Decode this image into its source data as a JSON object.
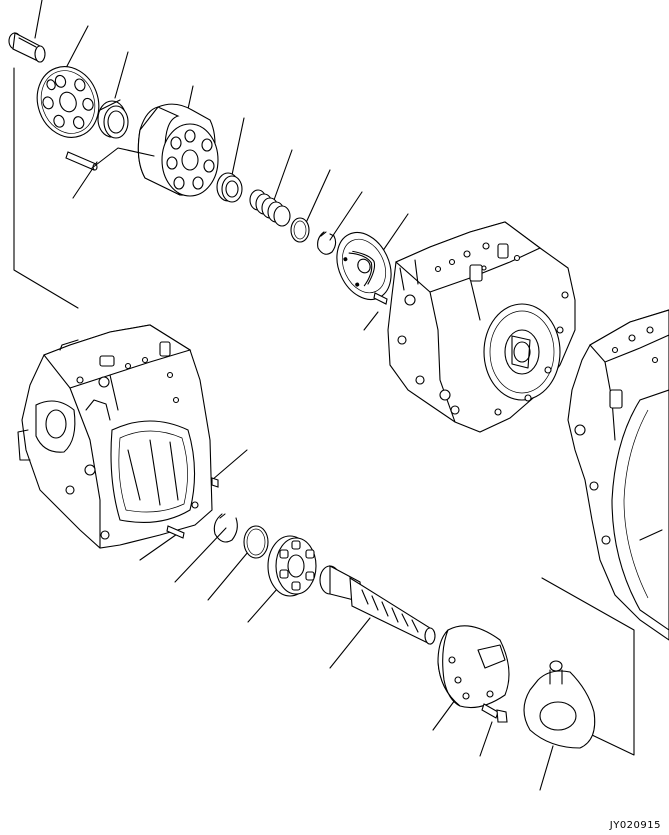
{
  "diagram": {
    "reference_code": "JY020915",
    "parts": [
      {
        "id": "piston",
        "icon": "piston-icon"
      },
      {
        "id": "retainer-plate",
        "icon": "retainer-plate-icon"
      },
      {
        "id": "spherical-bushing",
        "icon": "bushing-icon"
      },
      {
        "id": "cylinder-block",
        "icon": "cylinder-block-icon"
      },
      {
        "id": "pin",
        "icon": "pin-icon"
      },
      {
        "id": "seat",
        "icon": "seat-icon"
      },
      {
        "id": "spring",
        "icon": "spring-icon"
      },
      {
        "id": "snap-ring-upper",
        "icon": "snap-ring-icon"
      },
      {
        "id": "ring-upper",
        "icon": "ring-icon"
      },
      {
        "id": "valve-plate",
        "icon": "valve-plate-icon"
      },
      {
        "id": "dowel-pin",
        "icon": "dowel-pin-icon"
      },
      {
        "id": "end-cap",
        "icon": "end-cap-housing-icon"
      },
      {
        "id": "pump-case",
        "icon": "pump-case-icon"
      },
      {
        "id": "flywheel-housing",
        "icon": "flywheel-housing-icon"
      },
      {
        "id": "small-pin",
        "icon": "pin-icon"
      },
      {
        "id": "case-pin",
        "icon": "pin-icon"
      },
      {
        "id": "snap-ring-lower",
        "icon": "snap-ring-icon"
      },
      {
        "id": "o-ring-lower",
        "icon": "o-ring-icon"
      },
      {
        "id": "roller-bearing",
        "icon": "bearing-icon"
      },
      {
        "id": "drive-shaft",
        "icon": "shaft-icon"
      },
      {
        "id": "swash-plate",
        "icon": "swash-plate-icon"
      },
      {
        "id": "bolt",
        "icon": "bolt-icon"
      },
      {
        "id": "cover-plate",
        "icon": "cover-plate-icon"
      }
    ]
  }
}
